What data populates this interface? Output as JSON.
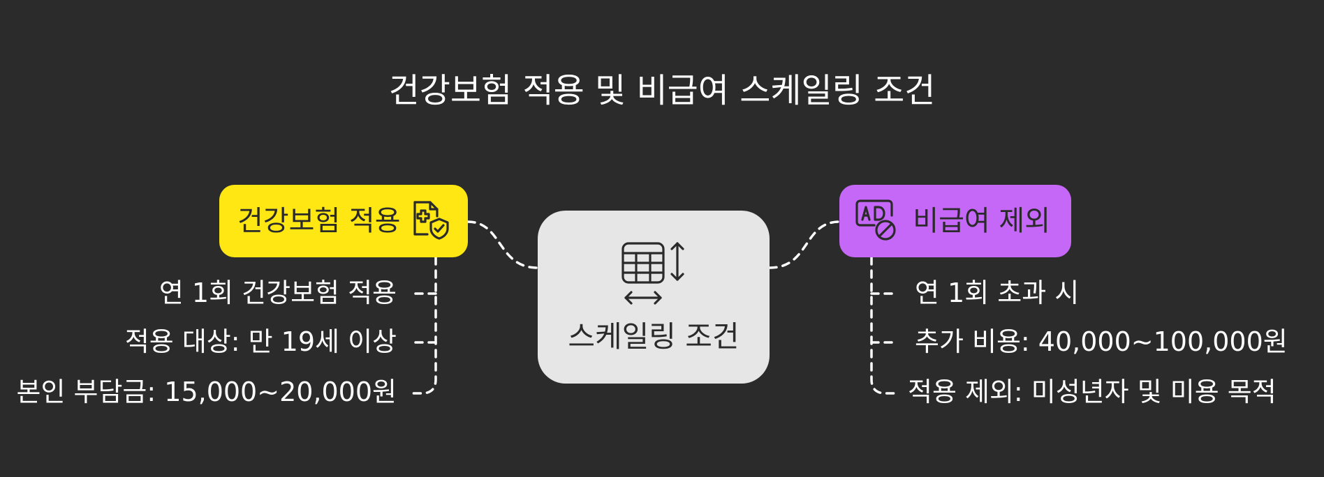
{
  "title": "건강보험 적용 및 비급여 스케일링 조건",
  "center": {
    "label": "스케일링 조건",
    "icon": "table-resize-icon"
  },
  "left_node": {
    "label": "건강보험 적용",
    "icon": "medical-document-shield-icon",
    "color": "#ffe714",
    "items": [
      "연 1회 건강보험 적용",
      "적용 대상: 만 19세 이상",
      "본인 부담금: 15,000~20,000원"
    ]
  },
  "right_node": {
    "label": "비급여 제외",
    "icon": "ad-blocked-icon",
    "color": "#c668f7",
    "items": [
      "연 1회 초과 시",
      "추가 비용: 40,000~100,000원",
      "적용 제외: 미성년자 및 미용 목적"
    ]
  },
  "colors": {
    "background": "#2b2b2b",
    "center_fill": "#e6e6e6",
    "text_light": "#ffffff",
    "text_dark": "#2a2a2a"
  }
}
